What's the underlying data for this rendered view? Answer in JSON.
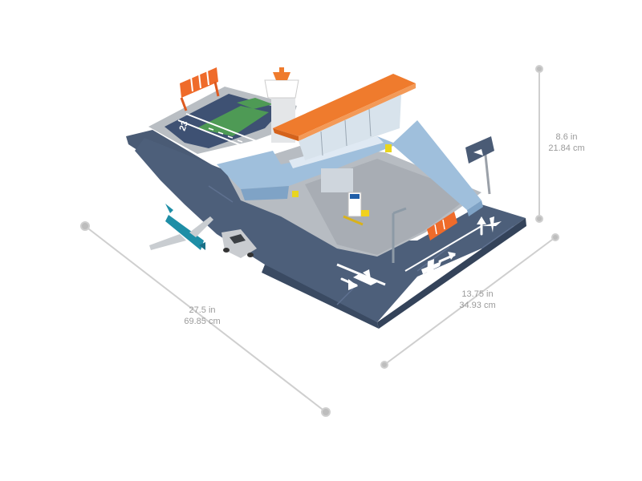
{
  "dimensions": {
    "length": {
      "in": "27.5 in",
      "cm": "69.85 cm"
    },
    "depth": {
      "in": "13.75 in",
      "cm": "34.93 cm"
    },
    "height": {
      "in": "8.6 in",
      "cm": "21.84 cm"
    }
  },
  "runway": {
    "marking": "23"
  },
  "colors": {
    "track": "#4a5b75",
    "deck": "#b7bcc2",
    "roof": "#ef7b2d",
    "ramp": "#9fbfdc",
    "grass": "#4e9a55",
    "plane": "#1e8ea6",
    "dimension_line": "#c8c8c8"
  }
}
